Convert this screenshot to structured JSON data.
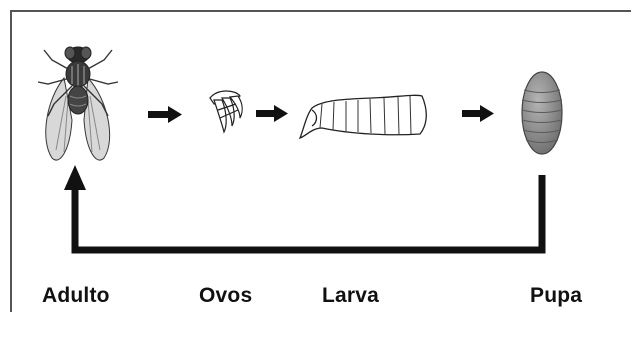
{
  "stages": [
    {
      "id": "adulto",
      "label": "Adulto",
      "icon": "housefly-icon"
    },
    {
      "id": "ovos",
      "label": "Ovos",
      "icon": "egg-cluster-icon"
    },
    {
      "id": "larva",
      "label": "Larva",
      "icon": "larva-icon"
    },
    {
      "id": "pupa",
      "label": "Pupa",
      "icon": "pupa-icon"
    }
  ],
  "colors": {
    "stroke": "#111111",
    "frame": "#555555",
    "pupa_fill": "#8a8a8a",
    "wing_fill": "#d4d4d4"
  }
}
